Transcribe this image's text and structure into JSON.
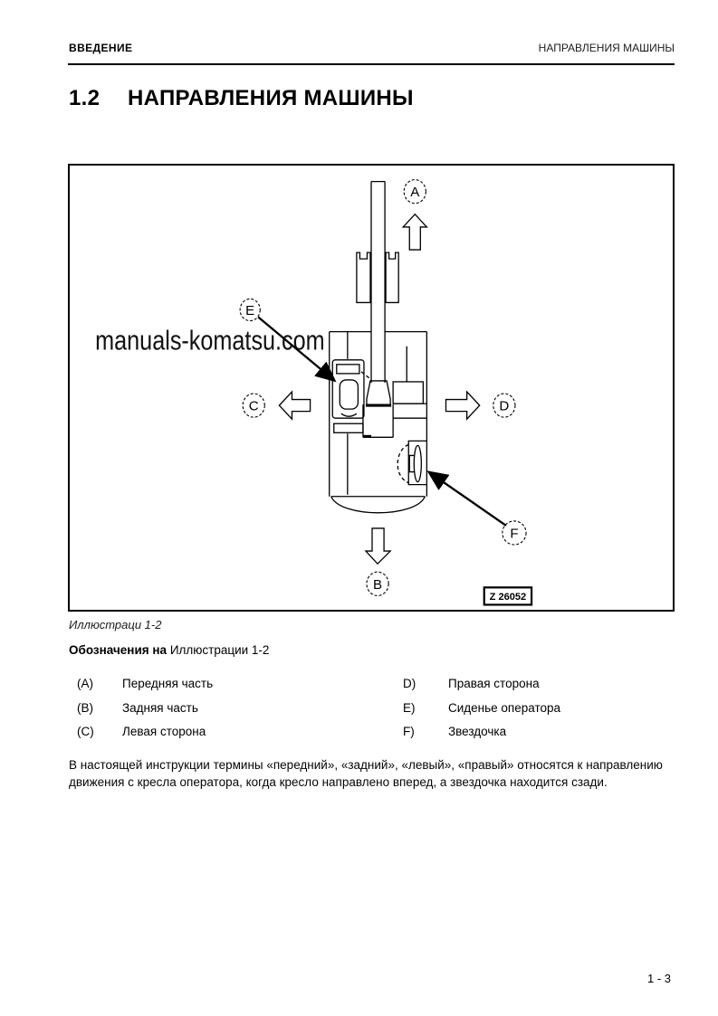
{
  "header": {
    "left": "ВВЕДЕНИЕ",
    "right": "НАПРАВЛЕНИЯ МАШИНЫ"
  },
  "title": {
    "number": "1.2",
    "text": "НАПРАВЛЕНИЯ МАШИНЫ"
  },
  "figure": {
    "caption": "Иллюстраци 1-2",
    "watermark": "manuals-komatsu.com",
    "drawing_code": "Z 26052",
    "letters": {
      "a": "A",
      "b": "B",
      "c": "C",
      "d": "D",
      "e": "E",
      "f": "F"
    }
  },
  "legend": {
    "heading_bold": "Обозначения на",
    "heading_rest": "Иллюстрации 1-2",
    "left": [
      {
        "key": "(A)",
        "label": "Передняя часть"
      },
      {
        "key": "(B)",
        "label": "Задняя часть"
      },
      {
        "key": "(C)",
        "label": "Левая сторона"
      }
    ],
    "right": [
      {
        "key": "D)",
        "label": "Правая сторона"
      },
      {
        "key": "E)",
        "label": "Сиденье оператора"
      },
      {
        "key": "F)",
        "label": "Звездочка"
      }
    ]
  },
  "paragraph": "В настоящей инструкции термины «передний», «задний», «левый», «правый» относятся к направлению движения с кресла оператора, когда кресло направлено вперед, а звездочка находится сзади.",
  "footer": {
    "page_number": "1 - 3"
  },
  "colors": {
    "ink": "#000000",
    "paper": "#ffffff"
  }
}
